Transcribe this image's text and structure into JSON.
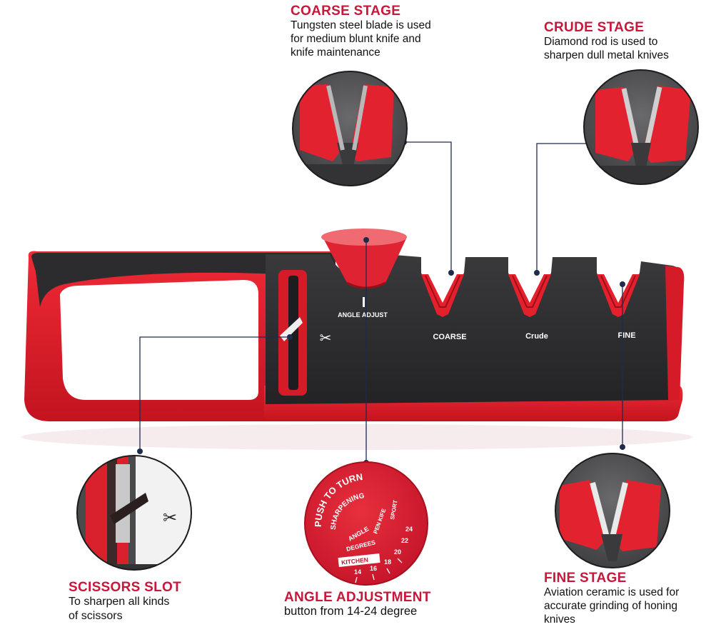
{
  "callouts": {
    "coarse": {
      "title": "COARSE STAGE",
      "lines": [
        "Tungsten steel blade is used",
        "for medium blunt knife and",
        "knife maintenance"
      ]
    },
    "crude": {
      "title": "CRUDE STAGE",
      "lines": [
        "Diamond rod is used to",
        "sharpen dull metal knives"
      ]
    },
    "scissors": {
      "title": "SCISSORS SLOT",
      "lines": [
        "To sharpen all kinds",
        "of scissors"
      ]
    },
    "angle": {
      "title": "ANGLE  ADJUSTMENT",
      "lines": [
        "button from 14-24 degree"
      ]
    },
    "fine": {
      "title": "FINE STAGE",
      "lines": [
        "Aviation ceramic is used for",
        "accurate grinding of honing",
        "knives"
      ]
    }
  },
  "product_labels": {
    "angle_adjust": "ANGLE ADJUST",
    "coarse": "COARSE",
    "crude": "Crude",
    "fine": "FINE"
  },
  "dial": {
    "push": "PUSH TO TURN",
    "sharpening": "SHARPENING",
    "angle": "ANGLE",
    "degrees": "DEGREES",
    "kitchen": "KITCHEN",
    "pen_kife": "PEN KIFE",
    "sport": "SPORT",
    "values": [
      "14",
      "16",
      "18",
      "20",
      "22",
      "24"
    ]
  },
  "colors": {
    "accent": "#c8173a",
    "body_red": "#e01f2d",
    "body_dark": "#2b2b2d"
  }
}
